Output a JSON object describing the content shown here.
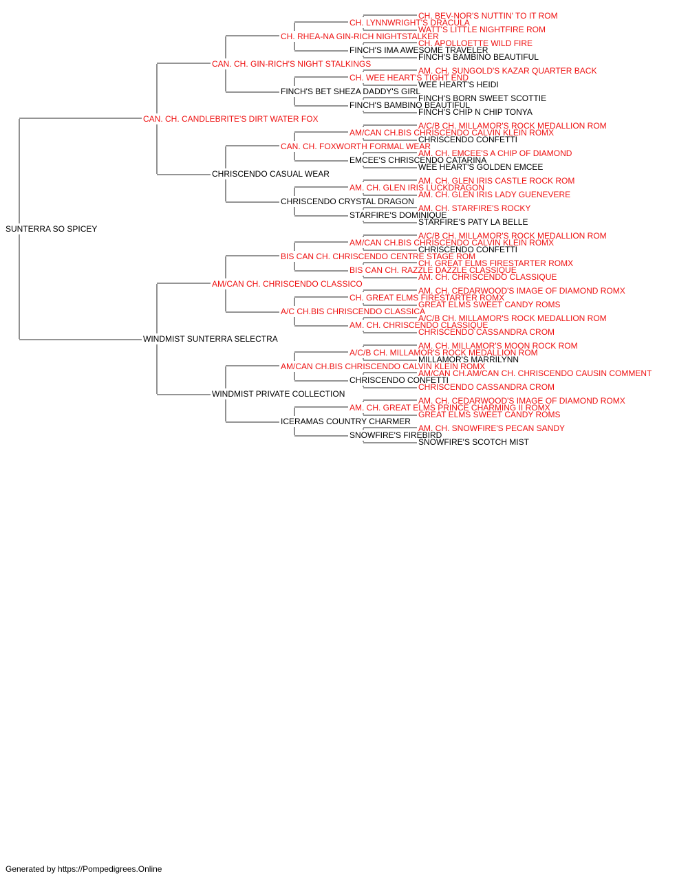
{
  "colors": {
    "champion": "#ee1111",
    "normal": "#000000",
    "line": "#555555"
  },
  "pedigree": {
    "name": "SUNTERRA SO SPICEY",
    "champion": false,
    "sire": {
      "name": "CAN. CH. CANDLEBRITE'S DIRT WATER FOX",
      "champion": true,
      "sire": {
        "name": "CAN. CH. GIN-RICH'S NIGHT STALKINGS",
        "champion": true,
        "sire": {
          "name": "CH. RHEA-NA GIN-RICH NIGHTSTALKER",
          "champion": true,
          "sire": {
            "name": "CH. LYNNWRIGHT'S DRACULA",
            "champion": true,
            "sire": {
              "name": "CH. BEV-NOR'S NUTTIN' TO IT ROM",
              "champion": true
            },
            "dam": {
              "name": "WATT'S LITTLE NIGHTFIRE ROM",
              "champion": true
            }
          },
          "dam": {
            "name": "FINCH'S IMA AWESOME TRAVELER",
            "champion": false,
            "sire": {
              "name": "CH. APOLLOETTE WILD FIRE",
              "champion": true
            },
            "dam": {
              "name": "FINCH'S BAMBINO BEAUTIFUL",
              "champion": false
            }
          }
        },
        "dam": {
          "name": "FINCH'S BET SHEZA DADDY'S GIRL",
          "champion": false,
          "sire": {
            "name": "CH. WEE HEART'S TIGHT END",
            "champion": true,
            "sire": {
              "name": "AM. CH. SUNGOLD'S KAZAR QUARTER BACK",
              "champion": true
            },
            "dam": {
              "name": "WEE HEART'S HEIDI",
              "champion": false
            }
          },
          "dam": {
            "name": "FINCH'S BAMBINO BEAUTIFUL",
            "champion": false,
            "sire": {
              "name": "FINCH'S BORN SWEET SCOTTIE",
              "champion": false
            },
            "dam": {
              "name": "FINCH'S CHIP N CHIP TONYA",
              "champion": false
            }
          }
        }
      },
      "dam": {
        "name": "CHRISCENDO CASUAL WEAR",
        "champion": false,
        "sire": {
          "name": "CAN. CH. FOXWORTH FORMAL WEAR",
          "champion": true,
          "sire": {
            "name": "AM/CAN CH.BIS CHRISCENDO CALVIN KLEIN ROMX",
            "champion": true,
            "sire": {
              "name": "A/C/B CH. MILLAMOR'S ROCK MEDALLION ROM",
              "champion": true
            },
            "dam": {
              "name": "CHRISCENDO CONFETTI",
              "champion": false
            }
          },
          "dam": {
            "name": "EMCEE'S CHRISCENDO CATARINA",
            "champion": false,
            "sire": {
              "name": "AM. CH. EMCEE'S A CHIP OF DIAMOND",
              "champion": true
            },
            "dam": {
              "name": "WEE HEART'S GOLDEN EMCEE",
              "champion": false
            }
          }
        },
        "dam": {
          "name": "CHRISCENDO CRYSTAL DRAGON",
          "champion": false,
          "sire": {
            "name": "AM. CH. GLEN IRIS LUCKDRAGON",
            "champion": true,
            "sire": {
              "name": "AM. CH. GLEN IRIS CASTLE ROCK ROM",
              "champion": true
            },
            "dam": {
              "name": "AM. CH. GLEN IRIS LADY GUENEVERE",
              "champion": true
            }
          },
          "dam": {
            "name": "STARFIRE'S DOMINIQUE",
            "champion": false,
            "sire": {
              "name": "AM. CH. STARFIRE'S ROCKY",
              "champion": true
            },
            "dam": {
              "name": "STARFIRE'S PATY LA BELLE",
              "champion": false
            }
          }
        }
      }
    },
    "dam": {
      "name": "WINDMIST SUNTERRA SELECTRA",
      "champion": false,
      "sire": {
        "name": "AM/CAN CH. CHRISCENDO CLASSICO",
        "champion": true,
        "sire": {
          "name": "BIS CAN CH. CHRISCENDO CENTRE STAGE ROM",
          "champion": true,
          "sire": {
            "name": "AM/CAN CH.BIS CHRISCENDO CALVIN KLEIN ROMX",
            "champion": true,
            "sire": {
              "name": "A/C/B CH. MILLAMOR'S ROCK MEDALLION ROM",
              "champion": true
            },
            "dam": {
              "name": "CHRISCENDO CONFETTI",
              "champion": false
            }
          },
          "dam": {
            "name": "BIS CAN CH. RAZZLE DAZZLE CLASSIQUE",
            "champion": true,
            "sire": {
              "name": "CH. GREAT ELMS FIRESTARTER ROMX",
              "champion": true
            },
            "dam": {
              "name": "AM. CH. CHRISCENDO CLASSIQUE",
              "champion": true
            }
          }
        },
        "dam": {
          "name": "A/C CH.BIS CHRISCENDO CLASSICA",
          "champion": true,
          "sire": {
            "name": "CH. GREAT ELMS FIRESTARTER ROMX",
            "champion": true,
            "sire": {
              "name": "AM. CH. CEDARWOOD'S IMAGE OF DIAMOND ROMX",
              "champion": true
            },
            "dam": {
              "name": "GREAT ELMS SWEET CANDY ROMS",
              "champion": true
            }
          },
          "dam": {
            "name": "AM. CH. CHRISCENDO CLASSIQUE",
            "champion": true,
            "sire": {
              "name": "A/C/B CH. MILLAMOR'S ROCK MEDALLION ROM",
              "champion": true
            },
            "dam": {
              "name": "CHRISCENDO CASSANDRA CROM",
              "champion": true
            }
          }
        }
      },
      "dam": {
        "name": "WINDMIST PRIVATE COLLECTION",
        "champion": false,
        "sire": {
          "name": "AM/CAN CH.BIS CHRISCENDO CALVIN KLEIN ROMX",
          "champion": true,
          "sire": {
            "name": "A/C/B CH. MILLAMOR'S ROCK MEDALLION ROM",
            "champion": true,
            "sire": {
              "name": "AM. CH. MILLAMOR'S MOON ROCK ROM",
              "champion": true
            },
            "dam": {
              "name": "MILLAMOR'S MARRILYNN",
              "champion": false
            }
          },
          "dam": {
            "name": "CHRISCENDO CONFETTI",
            "champion": false,
            "sire": {
              "name": "AM/CAN CH.AM/CAN CH. CHRISCENDO CAUSIN COMMENT",
              "champion": true
            },
            "dam": {
              "name": "CHRISCENDO CASSANDRA CROM",
              "champion": true
            }
          }
        },
        "dam": {
          "name": "ICERAMAS COUNTRY CHARMER",
          "champion": false,
          "sire": {
            "name": "AM. CH. GREAT ELMS PRINCE CHARMING II ROMX",
            "champion": true,
            "sire": {
              "name": "AM. CH. CEDARWOOD'S IMAGE OF DIAMOND ROMX",
              "champion": true
            },
            "dam": {
              "name": "GREAT ELMS SWEET CANDY ROMS",
              "champion": true
            }
          },
          "dam": {
            "name": "SNOWFIRE'S FIREBIRD",
            "champion": false,
            "sire": {
              "name": "AM. CH. SNOWFIRE'S PECAN SANDY",
              "champion": true
            },
            "dam": {
              "name": "SNOWFIRE'S SCOTCH MIST",
              "champion": false
            }
          }
        }
      }
    }
  },
  "footer": {
    "text": "Generated by https://Pompedigrees.Online"
  }
}
